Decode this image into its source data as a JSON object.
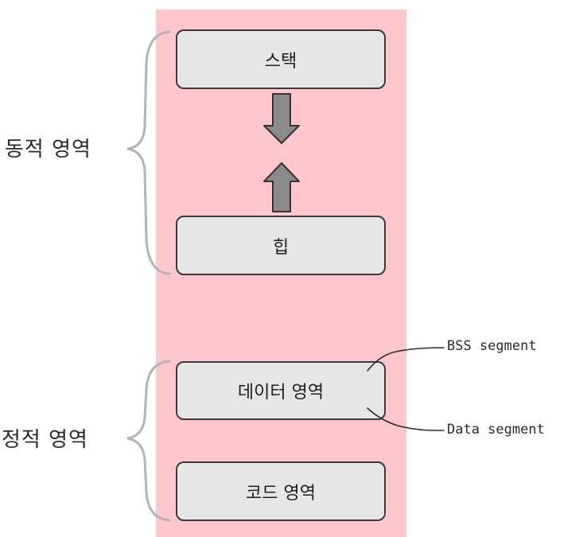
{
  "regions": {
    "stack": "스택",
    "heap": "힙",
    "data": "데이터 영역",
    "code": "코드 영역"
  },
  "groups": {
    "dynamic": "동적 영역",
    "static": "정적 영역"
  },
  "segments": {
    "bss": "BSS segment",
    "data": "Data segment"
  },
  "colors": {
    "memory_background": "#ffc7cb",
    "box_fill": "#e6e6e6",
    "arrow_fill": "#8a8a8a",
    "brace": "#b4b4b4"
  }
}
